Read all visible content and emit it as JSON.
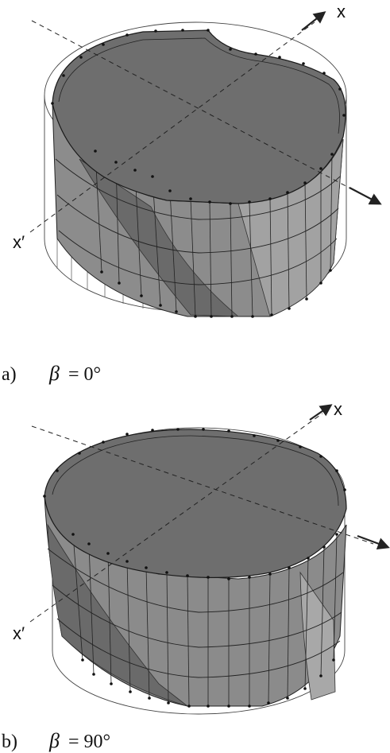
{
  "figure_a": {
    "axis_x": "x",
    "axis_x_prime": "x′",
    "caption_letter": "a)",
    "caption_symbol": "β",
    "caption_value": "= 0°"
  },
  "figure_b": {
    "axis_x": "x",
    "axis_x_prime": "x′",
    "caption_letter": "b)",
    "caption_symbol": "β",
    "caption_value": "= 90°"
  },
  "colors": {
    "surface_dark": "#6f6f6f",
    "surface_side": "#8a8a8a",
    "surface_light": "#a3a3a3",
    "line": "#1a1a1a",
    "ghost": "#555555"
  }
}
